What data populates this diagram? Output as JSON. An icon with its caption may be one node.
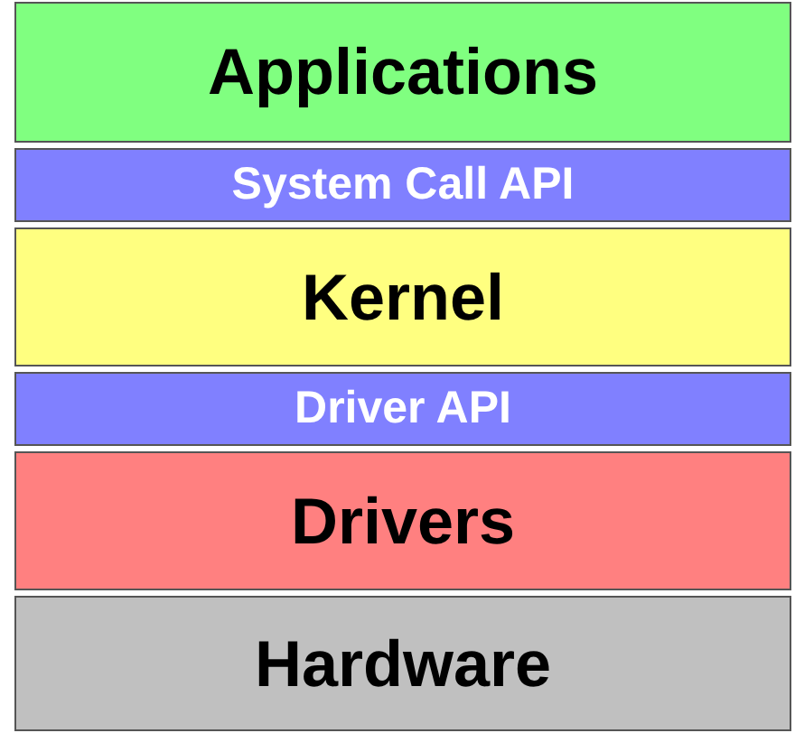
{
  "diagram": {
    "nodes": [
      {
        "text": [
          "Applications"
        ]
      },
      {
        "text": [
          "System Call API"
        ]
      },
      {
        "text": [
          "Kernel"
        ]
      },
      {
        "text": [
          "Driver API"
        ]
      },
      {
        "text": [
          "Drivers"
        ]
      },
      {
        "text": [
          "Hardware"
        ]
      }
    ]
  }
}
